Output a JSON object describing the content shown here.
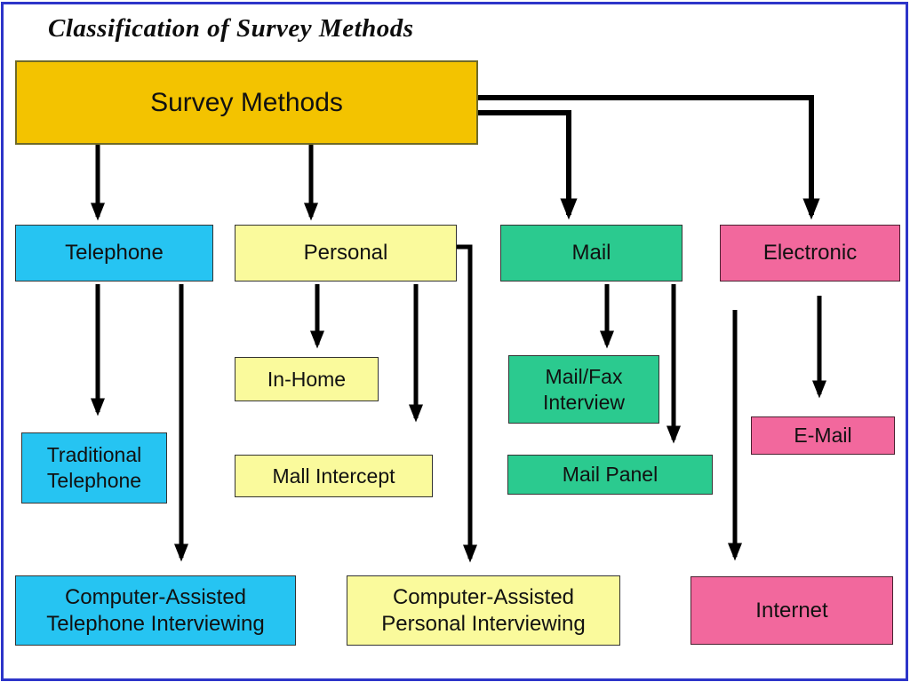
{
  "title": "Classification of Survey Methods",
  "nodes": {
    "survey": {
      "label": "Survey Methods"
    },
    "telephone": {
      "label": "Telephone"
    },
    "personal": {
      "label": "Personal"
    },
    "mail": {
      "label": "Mail"
    },
    "electronic": {
      "label": "Electronic"
    },
    "in_home": {
      "label": "In-Home"
    },
    "traditional_telephone": {
      "label": "Traditional Telephone"
    },
    "mall_intercept": {
      "label": "Mall Intercept"
    },
    "mail_fax_interview": {
      "label": "Mail/Fax Interview"
    },
    "mail_panel": {
      "label": "Mail Panel"
    },
    "e_mail": {
      "label": "E-Mail"
    },
    "cati": {
      "label": "Computer-Assisted Telephone Interviewing"
    },
    "capi": {
      "label": "Computer-Assisted Personal Interviewing"
    },
    "internet": {
      "label": "Internet"
    }
  },
  "edges": [
    {
      "from": "survey",
      "to": "telephone"
    },
    {
      "from": "survey",
      "to": "personal"
    },
    {
      "from": "survey",
      "to": "mail"
    },
    {
      "from": "survey",
      "to": "electronic"
    },
    {
      "from": "telephone",
      "to": "traditional_telephone"
    },
    {
      "from": "telephone",
      "to": "cati"
    },
    {
      "from": "personal",
      "to": "in_home"
    },
    {
      "from": "personal",
      "to": "mall_intercept"
    },
    {
      "from": "personal",
      "to": "capi"
    },
    {
      "from": "mail",
      "to": "mail_fax_interview"
    },
    {
      "from": "mail",
      "to": "mail_panel"
    },
    {
      "from": "electronic",
      "to": "e_mail"
    },
    {
      "from": "electronic",
      "to": "internet"
    }
  ],
  "colors": {
    "gold": "#F3C300",
    "cyan": "#26C4F2",
    "pale_yellow": "#FAFA9C",
    "green": "#2BCA8F",
    "pink": "#F2689D",
    "page_border": "#2D35C9",
    "arrow": "#000000"
  }
}
